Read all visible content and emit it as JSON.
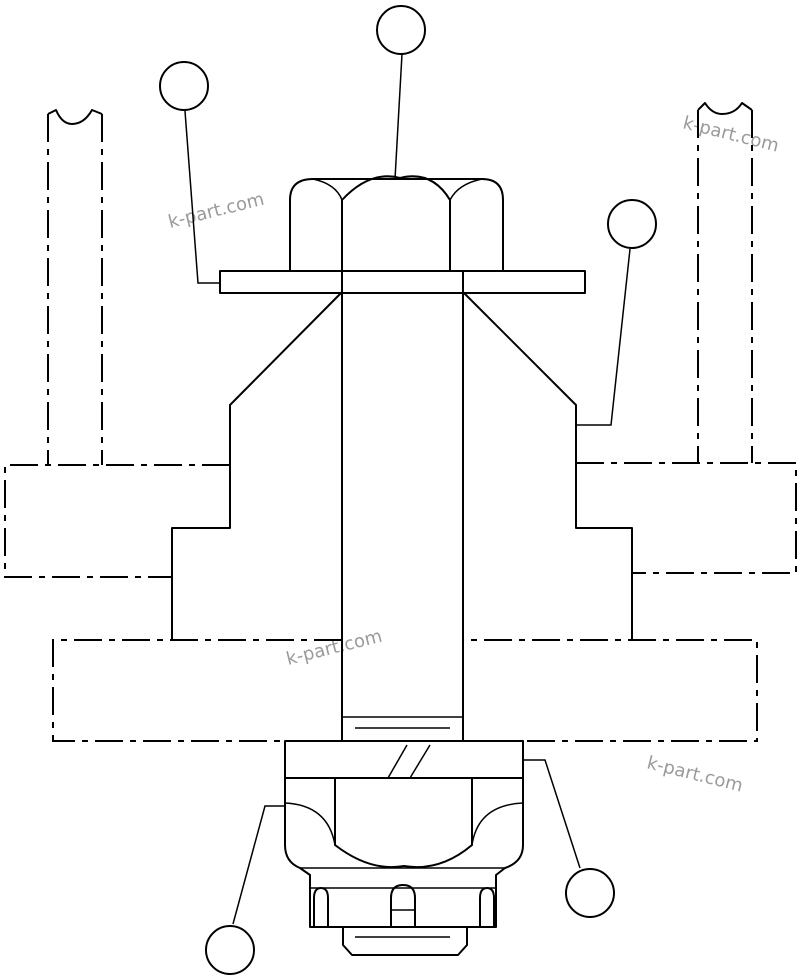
{
  "watermark": {
    "text": "k-part.com",
    "color": "#9a9a9a"
  },
  "callouts": [
    {
      "name": "callout-top-center",
      "label": ""
    },
    {
      "name": "callout-top-left",
      "label": ""
    },
    {
      "name": "callout-right-upper",
      "label": ""
    },
    {
      "name": "callout-bottom-left",
      "label": ""
    },
    {
      "name": "callout-bottom-right",
      "label": ""
    }
  ]
}
